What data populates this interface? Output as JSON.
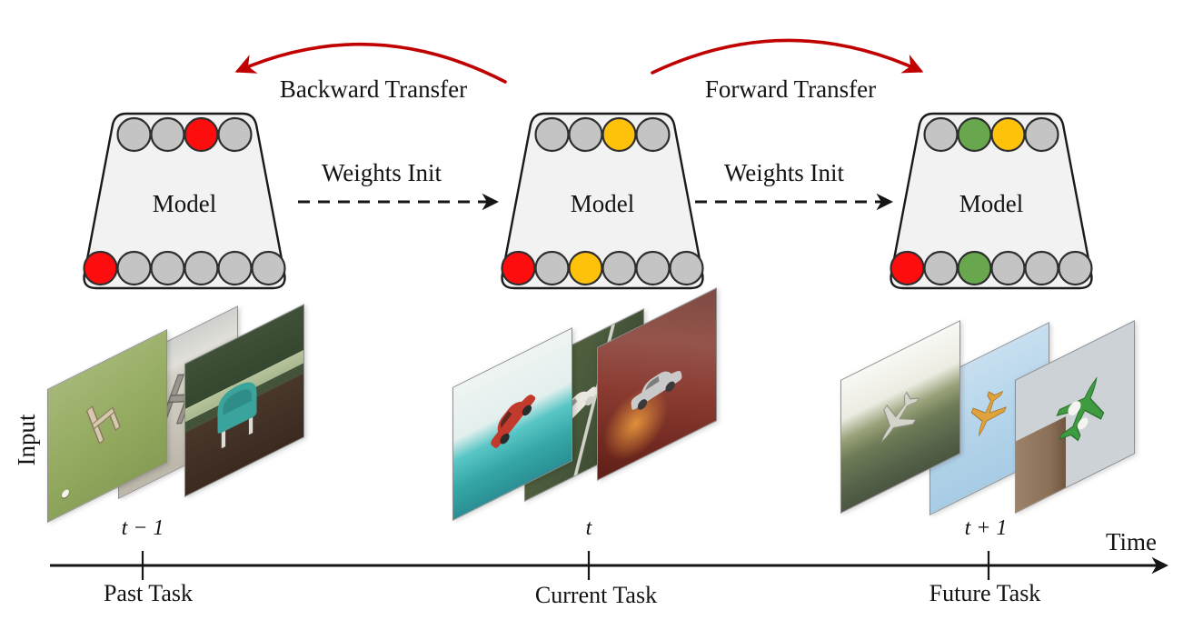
{
  "figure": {
    "backward_transfer_label": "Backward Transfer",
    "forward_transfer_label": "Forward Transfer",
    "weights_init_label": "Weights Init",
    "input_label": "Input",
    "time_axis_label": "Time"
  },
  "colors": {
    "arrow_red": "#c00000",
    "model_fill": "#f2f2f2",
    "outline": "#1a1a1a",
    "node_palette": {
      "gray": "#c4c4c4",
      "red": "#fd0d0d",
      "yellow": "#fec20b",
      "green": "#68a74e"
    }
  },
  "models": [
    {
      "label": "Model",
      "top_nodes": [
        "gray",
        "gray",
        "red",
        "gray"
      ],
      "bottom_nodes": [
        "red",
        "gray",
        "gray",
        "gray",
        "gray",
        "gray"
      ]
    },
    {
      "label": "Model",
      "top_nodes": [
        "gray",
        "gray",
        "yellow",
        "gray"
      ],
      "bottom_nodes": [
        "red",
        "gray",
        "yellow",
        "gray",
        "gray",
        "gray"
      ]
    },
    {
      "label": "Model",
      "top_nodes": [
        "gray",
        "green",
        "yellow",
        "gray"
      ],
      "bottom_nodes": [
        "red",
        "gray",
        "green",
        "gray",
        "gray",
        "gray"
      ]
    }
  ],
  "groups": [
    {
      "time_label": "t − 1",
      "task_label": "Past Task",
      "frames": [
        "chair-on-grass",
        "chair-on-pavement",
        "teal-chair-on-deck"
      ]
    },
    {
      "time_label": "t",
      "task_label": "Current Task",
      "frames": [
        "red-car-on-water",
        "buggy-on-grass",
        "gray-car-in-fire"
      ]
    },
    {
      "time_label": "t + 1",
      "task_label": "Future Task",
      "frames": [
        "plane-over-trees",
        "orange-plane-in-sky",
        "green-toy-plane"
      ]
    }
  ]
}
